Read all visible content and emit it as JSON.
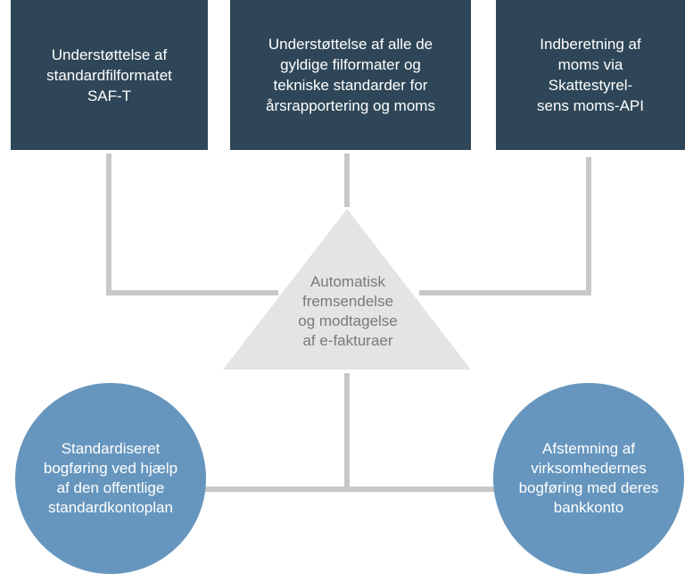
{
  "diagram": {
    "boxes": [
      {
        "text": "Understøttelse af\nstandardfilformatet\nSAF-T"
      },
      {
        "text": "Understøttelse af alle de\ngyldige filformater og\ntekniske standarder for\nårsrapportering og moms"
      },
      {
        "text": "Indberetning af\nmoms via\nSkattestyrel-\nsens moms-API"
      }
    ],
    "center": {
      "text": "Automatisk\nfremsendelse\nog modtagelse\naf e-fakturaer"
    },
    "circles": [
      {
        "text": "Standardiseret\nbogføring ved hjælp\naf den offentlige\nstandardkontoplan"
      },
      {
        "text": "Afstemning af\nvirksomhedernes\nbogføring med deres\nbankkonto"
      }
    ],
    "colors": {
      "box": "#2e4657",
      "triangle": "#e2e4e6",
      "circle": "#6696be",
      "connector": "#c8c8c8"
    }
  }
}
